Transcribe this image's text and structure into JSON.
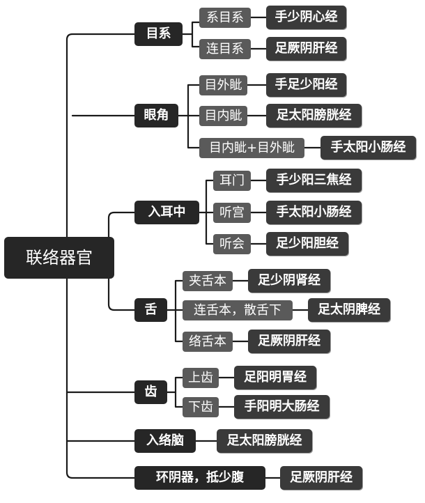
{
  "root": "联络器官",
  "branches": [
    {
      "label": "目系",
      "children": [
        {
          "label": "系目系",
          "meridian": "手少阴心经"
        },
        {
          "label": "连目系",
          "meridian": "足厥阴肝经"
        }
      ]
    },
    {
      "label": "眼角",
      "children": [
        {
          "label": "目外眦",
          "meridian": "手足少阳经"
        },
        {
          "label": "目内眦",
          "meridian": "足太阳膀胱经"
        },
        {
          "label": "目内眦+目外眦",
          "meridian": "手太阳小肠经"
        }
      ]
    },
    {
      "label": "入耳中",
      "children": [
        {
          "label": "耳门",
          "meridian": "手少阳三焦经"
        },
        {
          "label": "听宫",
          "meridian": "手太阳小肠经"
        },
        {
          "label": "听会",
          "meridian": "足少阳胆经"
        }
      ]
    },
    {
      "label": "舌",
      "children": [
        {
          "label": "夹舌本",
          "meridian": "足少阴肾经"
        },
        {
          "label": "连舌本，散舌下",
          "meridian": "足太阴脾经"
        },
        {
          "label": "络舌本",
          "meridian": "足厥阴肝经"
        }
      ]
    },
    {
      "label": "齿",
      "children": [
        {
          "label": "上齿",
          "meridian": "足阳明胃经"
        },
        {
          "label": "下齿",
          "meridian": "手阳明大肠经"
        }
      ]
    },
    {
      "label": "入络脑",
      "meridian": "足太阳膀胱经"
    },
    {
      "label": "环阴器，抵少腹",
      "meridian": "足厥阴肝经"
    }
  ],
  "colors": {
    "root_bg": "#262626",
    "category_bg": "#262626",
    "sub_bg": "#5a5a5a",
    "meridian_bg": "#3a3a3a",
    "line": "#1a1a1a"
  }
}
